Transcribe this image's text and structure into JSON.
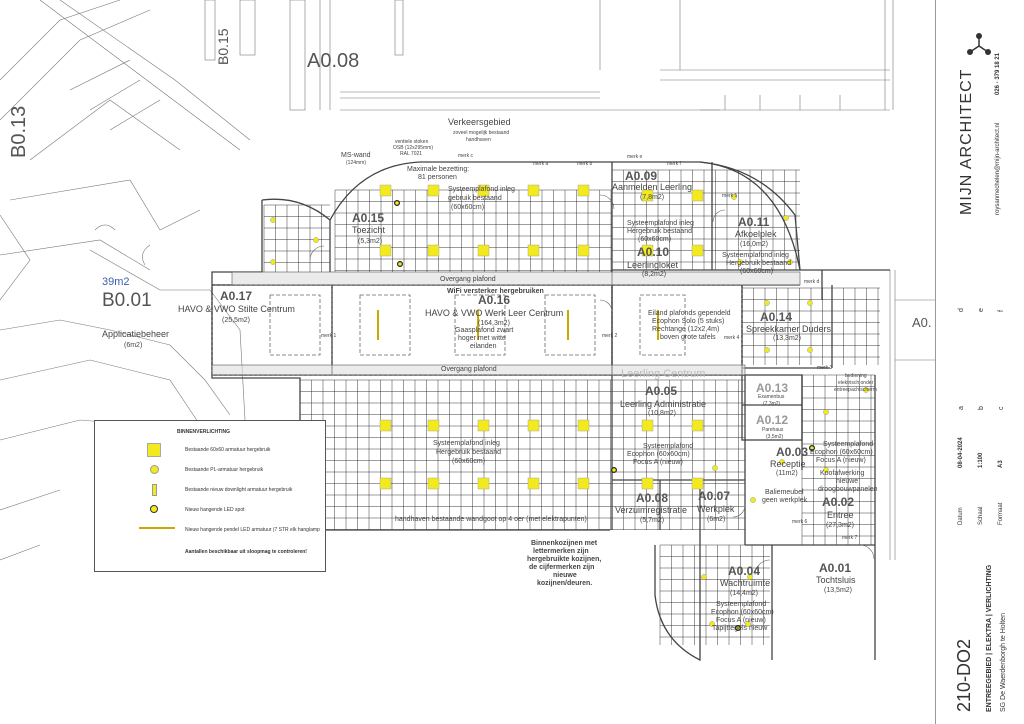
{
  "rooms": {
    "A008": {
      "code": "A0.08"
    },
    "A009": {
      "code": "A0.09",
      "name": "Aanmelden Leerling",
      "area": "(7,8m2)"
    },
    "A010": {
      "code": "A0.10",
      "name": "Leerlingloket",
      "area": "(8,2m2)"
    },
    "A011": {
      "code": "A0.11",
      "name": "Afkoelplek",
      "area": "(16,0m2)"
    },
    "A014": {
      "code": "A0.14",
      "name": "Spreekkamer Duders",
      "area": "(13,3m2)"
    },
    "A015": {
      "code": "A0.15",
      "name": "Toezicht",
      "area": "(5,3m2)"
    },
    "A016": {
      "code": "A0.16",
      "name": "HAVO & VWO Werk Leer Centrum",
      "area": "(164,3m2)"
    },
    "A017": {
      "code": "A0.17",
      "name": "HAVO & VWO Stilte Centrum",
      "area": "(25,5m2)"
    },
    "A005": {
      "code": "A0.05",
      "name": "Leerling Administratie",
      "area": "(10,8m2)"
    },
    "A013": {
      "code": "A0.13",
      "name": "Examenbus",
      "area": "(7,3m2)"
    },
    "A012": {
      "code": "A0.12",
      "name": "Parehaus",
      "area": "(3,5m2)"
    },
    "A003": {
      "code": "A0.03",
      "name": "Receptie",
      "area": "(11m2)"
    },
    "A008b": {
      "code": "A0.08",
      "name": "Verzuimregistratie",
      "area": "(5,7m2)"
    },
    "A007": {
      "code": "A0.07",
      "name": "Werkplek",
      "area": "(6m2)"
    },
    "A002": {
      "code": "A0.02",
      "name": "Entree",
      "area": "(27,3m2)"
    },
    "A004": {
      "code": "A0.04",
      "name": "Wachtruimte",
      "area": "(14,4m2)"
    },
    "A001": {
      "code": "A0.01",
      "name": "Tochtsluis",
      "area": "(13,5m2)"
    },
    "B001": {
      "code": "B0.01",
      "name": "Applicatiebeheer",
      "area": "(6m2)",
      "extra": "39m2"
    },
    "B013": {
      "code": "B0.13"
    },
    "B015": {
      "code": "B0.15"
    },
    "A0x": {
      "code": "A0."
    }
  },
  "notes": {
    "verkeersgebied": "Verkeersgebied",
    "verkeersgebied_sub1": "zoveel mogelijk bestaand",
    "verkeersgebied_sub2": "handhaven",
    "mswand": "MS-wand",
    "mswand_sub": "(124mm)",
    "ventiele": "ventiele stoken",
    "osb": "OSB (12x295mm)",
    "ral": "RAL 7021",
    "max1": "Maximale bezetting:",
    "max2": "81 personen",
    "sp_gebruik1": "Systeemplafond inleg",
    "sp_gebruik2": "gebruik bestaand",
    "sp_6060": "(60x60cm)",
    "sp_a09_1": "Systeemplafond inleg",
    "sp_a09_2": "Hergebruik bestaand",
    "sp_a09_3": "(60x60cm)",
    "sp_a11_1": "Systeemplafond inleg",
    "sp_a11_2": "Hergebruik bestaand",
    "sp_a11_3": "(60x60cm)",
    "overgang1": "Overgang plafond",
    "overgang2": "Overgang plafond",
    "wifi": "WiFi versterker hergebruiken",
    "gaas1": "Gaasplafond zwart",
    "gaas2": "hoger met witte",
    "gaas3": "eilanden",
    "eiland1": "Eiland plafonds gependeld",
    "eiland2": "Ecophon Solo (5 stuks)",
    "eiland3": "Rechtange (12x2,4m)",
    "eiland4": "boven grote tafels",
    "llc": "Leerling Centrum",
    "sp_main1": "Systeemplafond inleg",
    "sp_main2": "Hergebruik bestaand",
    "sp_main3": "(60x60cm)",
    "sp_eco1": "Systeemplafond",
    "sp_eco2": "Ecophon (60x60cm)",
    "sp_eco3": "Focus A (nieuw)",
    "sp_rec1": "Systeemplafond",
    "sp_rec2": "Ecophon (60x60cm)",
    "sp_rec3": "Focus A (nieuw)",
    "koof1": "Koofafwerking",
    "koof2": "nieuwe",
    "koof3": "droogbouwpanelen",
    "balie1": "Baliemeubel",
    "balie2": "geen werkplek",
    "wandgoot": "handhaven bestaande wandgoot op 4 oer (met elektrapunten)",
    "binnen1": "Binnenkozijnen met",
    "binnen2": "lettermerken zijn",
    "binnen3": "hergebruikte kozijnen,",
    "binnen4": "de cijfermerken zijn",
    "binnen5": "nieuwe",
    "binnen6": "kozijnen/deuren.",
    "sp_wacht1": "Systeemplafond",
    "sp_wacht2": "Ecophon (60x60cm)",
    "sp_wacht3": "Focus A (nieuw)",
    "sp_wacht4": "Tapijttegels nieuw",
    "bediening1": "bediening",
    "bediening2": "elektrisch onder",
    "bediening3": "entreepachtscherm",
    "merk_a": "merk a",
    "merk_b": "merk b",
    "merk_c": "merk c",
    "merk_d": "merk d",
    "merk_e": "merk e",
    "merk_f": "merk f",
    "merk_1": "merk 1",
    "merk_2": "merk 2",
    "merk_3": "merk 3",
    "merk_4": "merk 4",
    "merk_5": "merk 5",
    "merk_6": "merk 6",
    "merk_7": "merk 7"
  },
  "legend": {
    "title": "BINNENVERLICHTING",
    "items": [
      "Bestaande 60x60 armatuur hergebruik",
      "Bestaande PL-armatuur hergebruik",
      "Bestaande nieuw downlight armatuur hergebruik",
      "Nieuw hangende LED spot",
      "Nieuw hangende pendel LED armatuur (7 STR elk hanglamp",
      "Aantallen beschikbaar uit sloopmag te controleren!"
    ]
  },
  "titleblock": {
    "firm": "MIJN ARCHITECT",
    "phone": "026 - 379 18 21",
    "email": "roysanmechelen@mijn-architect.nl",
    "rev_d": "d",
    "rev_e": "e",
    "rev_f": "f",
    "rev_a": "a",
    "rev_b": "b",
    "rev_c": "c",
    "datum_label": "Datum",
    "datum": "08-04-2024",
    "schaal_label": "Schaal",
    "schaal": "1:100",
    "formaat_label": "Formaat",
    "formaat": "A3",
    "drawing_no": "210-DO2",
    "subject": "ENTREEGEBIED | ELEKTRA | VERLICHTING",
    "project": "SG De Waerdenborgh te Holten"
  },
  "colors": {
    "fixture": "#f2ea1e",
    "grid": "#222",
    "wall": "#555"
  }
}
